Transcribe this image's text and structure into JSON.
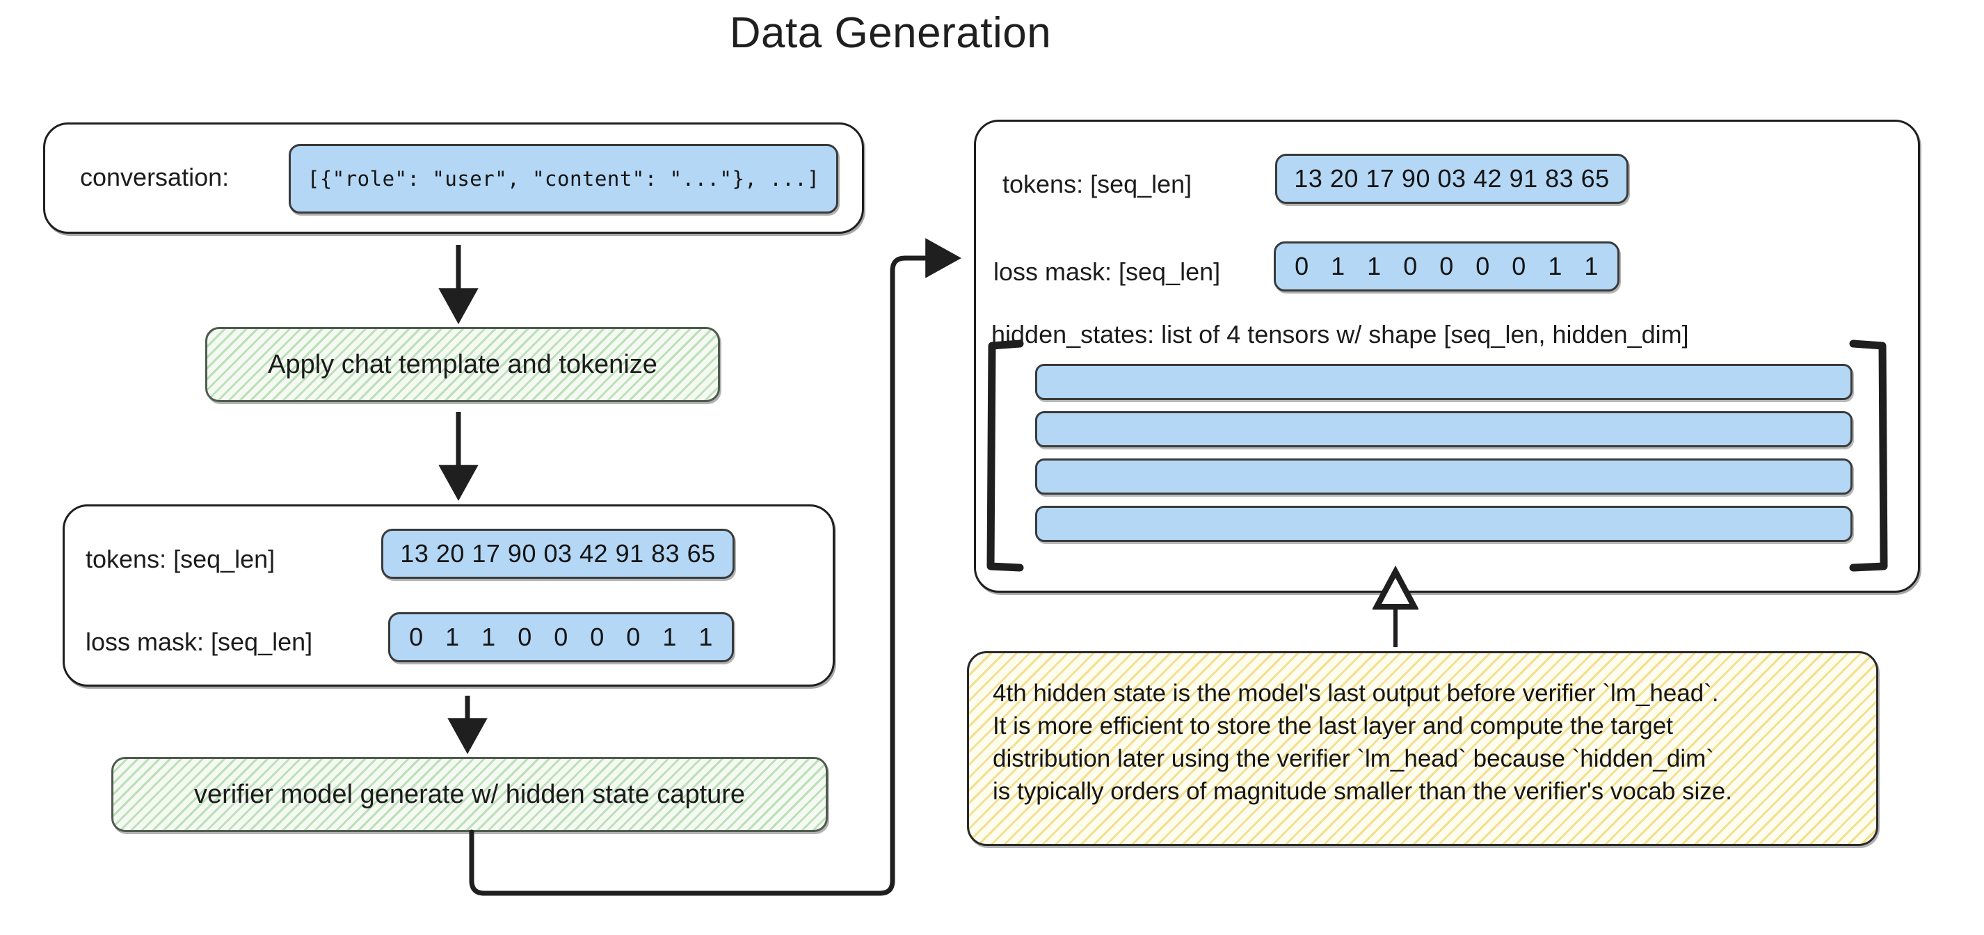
{
  "title": "Data Generation",
  "left_column": {
    "input_panel": {
      "label": "conversation:",
      "value": "[{\"role\": \"user\", \"content\": \"...\"}, ...]"
    },
    "step_tokenize": "Apply chat template and tokenize",
    "tokenized_panel": {
      "tokens_label": "tokens: [seq_len]",
      "tokens_value": "13 20 17 90 03 42 91 83 65",
      "loss_mask_label": "loss mask: [seq_len]",
      "loss_mask_value": "0   1   1   0   0   0   0   1   1"
    },
    "step_generate": "verifier model generate w/ hidden state capture"
  },
  "right_column": {
    "output_panel": {
      "tokens_label": "tokens: [seq_len]",
      "tokens_value": "13 20 17 90 03 42 91 83 65",
      "loss_mask_label": "loss mask: [seq_len]",
      "loss_mask_value": "0   1   1   0   0   0   0   1   1",
      "hidden_states_label": "hidden_states: list of 4 tensors w/ shape [seq_len, hidden_dim]",
      "hidden_state_count": 4
    },
    "note": {
      "lines": [
        "4th hidden state is the model's last output before verifier `lm_head`.",
        "It is more efficient to store the last layer and compute the target",
        "distribution later using the verifier `lm_head` because `hidden_dim`",
        "is typically orders of magnitude smaller than the verifier's vocab size."
      ]
    }
  },
  "colors": {
    "chip_blue": "#b3d7f5",
    "process_green": "#f4faf1",
    "note_yellow": "#fffdf0",
    "stroke": "#1f1f1f"
  },
  "connectors": [
    {
      "name": "conversation-to-tokenize",
      "kind": "arrow-down"
    },
    {
      "name": "tokenize-to-tokens",
      "kind": "arrow-down"
    },
    {
      "name": "tokens-to-generate",
      "kind": "arrow-down"
    },
    {
      "name": "generate-to-output-panel",
      "kind": "elbow-arrow-right"
    },
    {
      "name": "note-to-hidden-states",
      "kind": "arrow-up-hollow"
    }
  ]
}
